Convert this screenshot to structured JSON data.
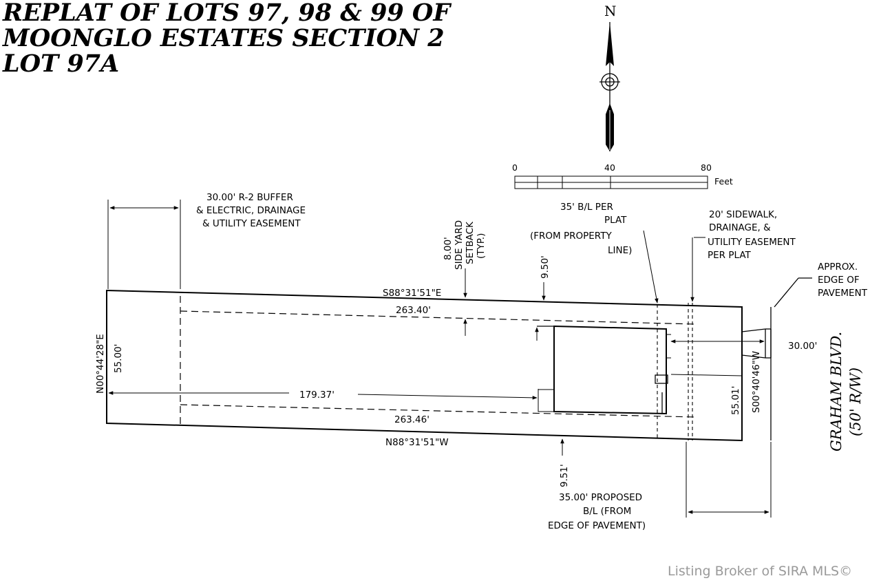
{
  "title": {
    "line1": "REPLAT OF LOTS 97, 98 & 99 OF",
    "line2": "MOONGLO ESTATES SECTION 2",
    "line3": "LOT 97A"
  },
  "north_arrow": {
    "label": "N"
  },
  "scale_bar": {
    "ticks": [
      "0",
      "40",
      "80"
    ],
    "unit": "Feet"
  },
  "labels": {
    "buffer_easement": [
      "30.00' R-2 BUFFER",
      "& ELECTRIC, DRAINAGE",
      "& UTILITY EASEMENT"
    ],
    "side_setback": [
      "8.00'",
      "SIDE YARD",
      "SETBACK",
      "(TYP.)"
    ],
    "bl_per_plat": [
      "35' B/L PER",
      "PLAT",
      "(FROM PROPERTY",
      "LINE)"
    ],
    "sidewalk_easement": [
      "20' SIDEWALK,",
      "DRAINAGE, &",
      "UTILITY EASEMENT",
      "PER PLAT"
    ],
    "pavement": [
      "APPROX.",
      "EDGE OF",
      "PAVEMENT"
    ],
    "proposed_bl": [
      "35.00' PROPOSED",
      "B/L (FROM",
      "EDGE OF PAVEMENT)"
    ],
    "road_name": "GRAHAM BLVD.",
    "road_row": "(50' R/W)"
  },
  "dimensions": {
    "north_bearing": "S88°31'51\"E",
    "south_bearing": "N88°31'51\"W",
    "west_bearing": "N00°44'28\"E",
    "east_bearing": "S00°40'46\"W",
    "west_length": "55.00'",
    "east_length": "55.01'",
    "north_setback_length": "263.40'",
    "south_setback_length": "263.46'",
    "house_offset": "179.37'",
    "drive_offset": "30.00'",
    "north_side_gap": "9.50'",
    "south_side_gap": "9.51'"
  },
  "watermark": "Listing Broker of SIRA MLS©"
}
